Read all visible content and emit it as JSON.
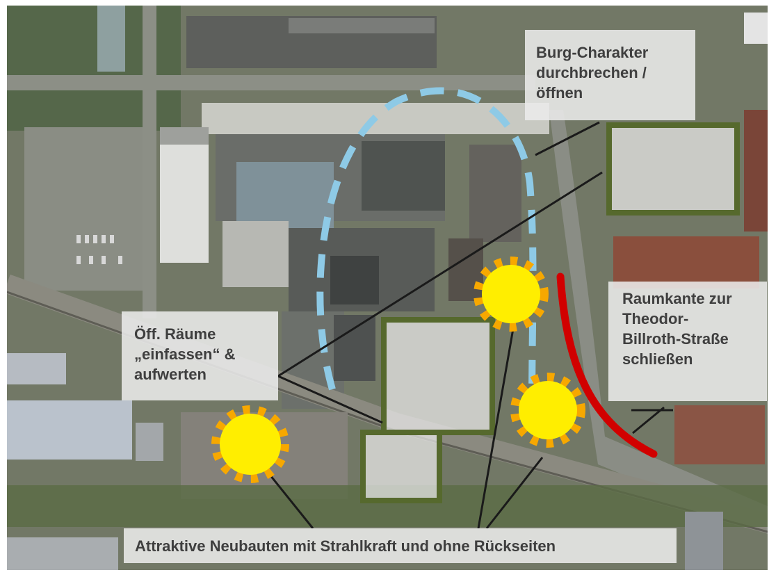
{
  "annotations": {
    "burg_charakter": {
      "lines": [
        "Burg-Charakter",
        "durchbrechen /",
        "öffnen"
      ]
    },
    "raumkante": {
      "lines": [
        "Raumkante zur",
        "Theodor-",
        "Billroth-Straße",
        "schließen"
      ]
    },
    "oeffentliche_raeume": {
      "lines": [
        "Öff. Räume",
        "„einfassen“ &",
        "aufwerten"
      ]
    },
    "neubauten": {
      "text": "Attraktive Neubauten mit Strahlkraft und ohne Rückseiten"
    }
  },
  "colors": {
    "dashed_outline": "#8ecae6",
    "street_edge": "#d10000",
    "frame_green": "#56692d",
    "sun_fill": "#ffee00",
    "sun_rays": "#f7a800",
    "label_bg": "#ebebeb",
    "label_text": "#3f3f3f"
  }
}
